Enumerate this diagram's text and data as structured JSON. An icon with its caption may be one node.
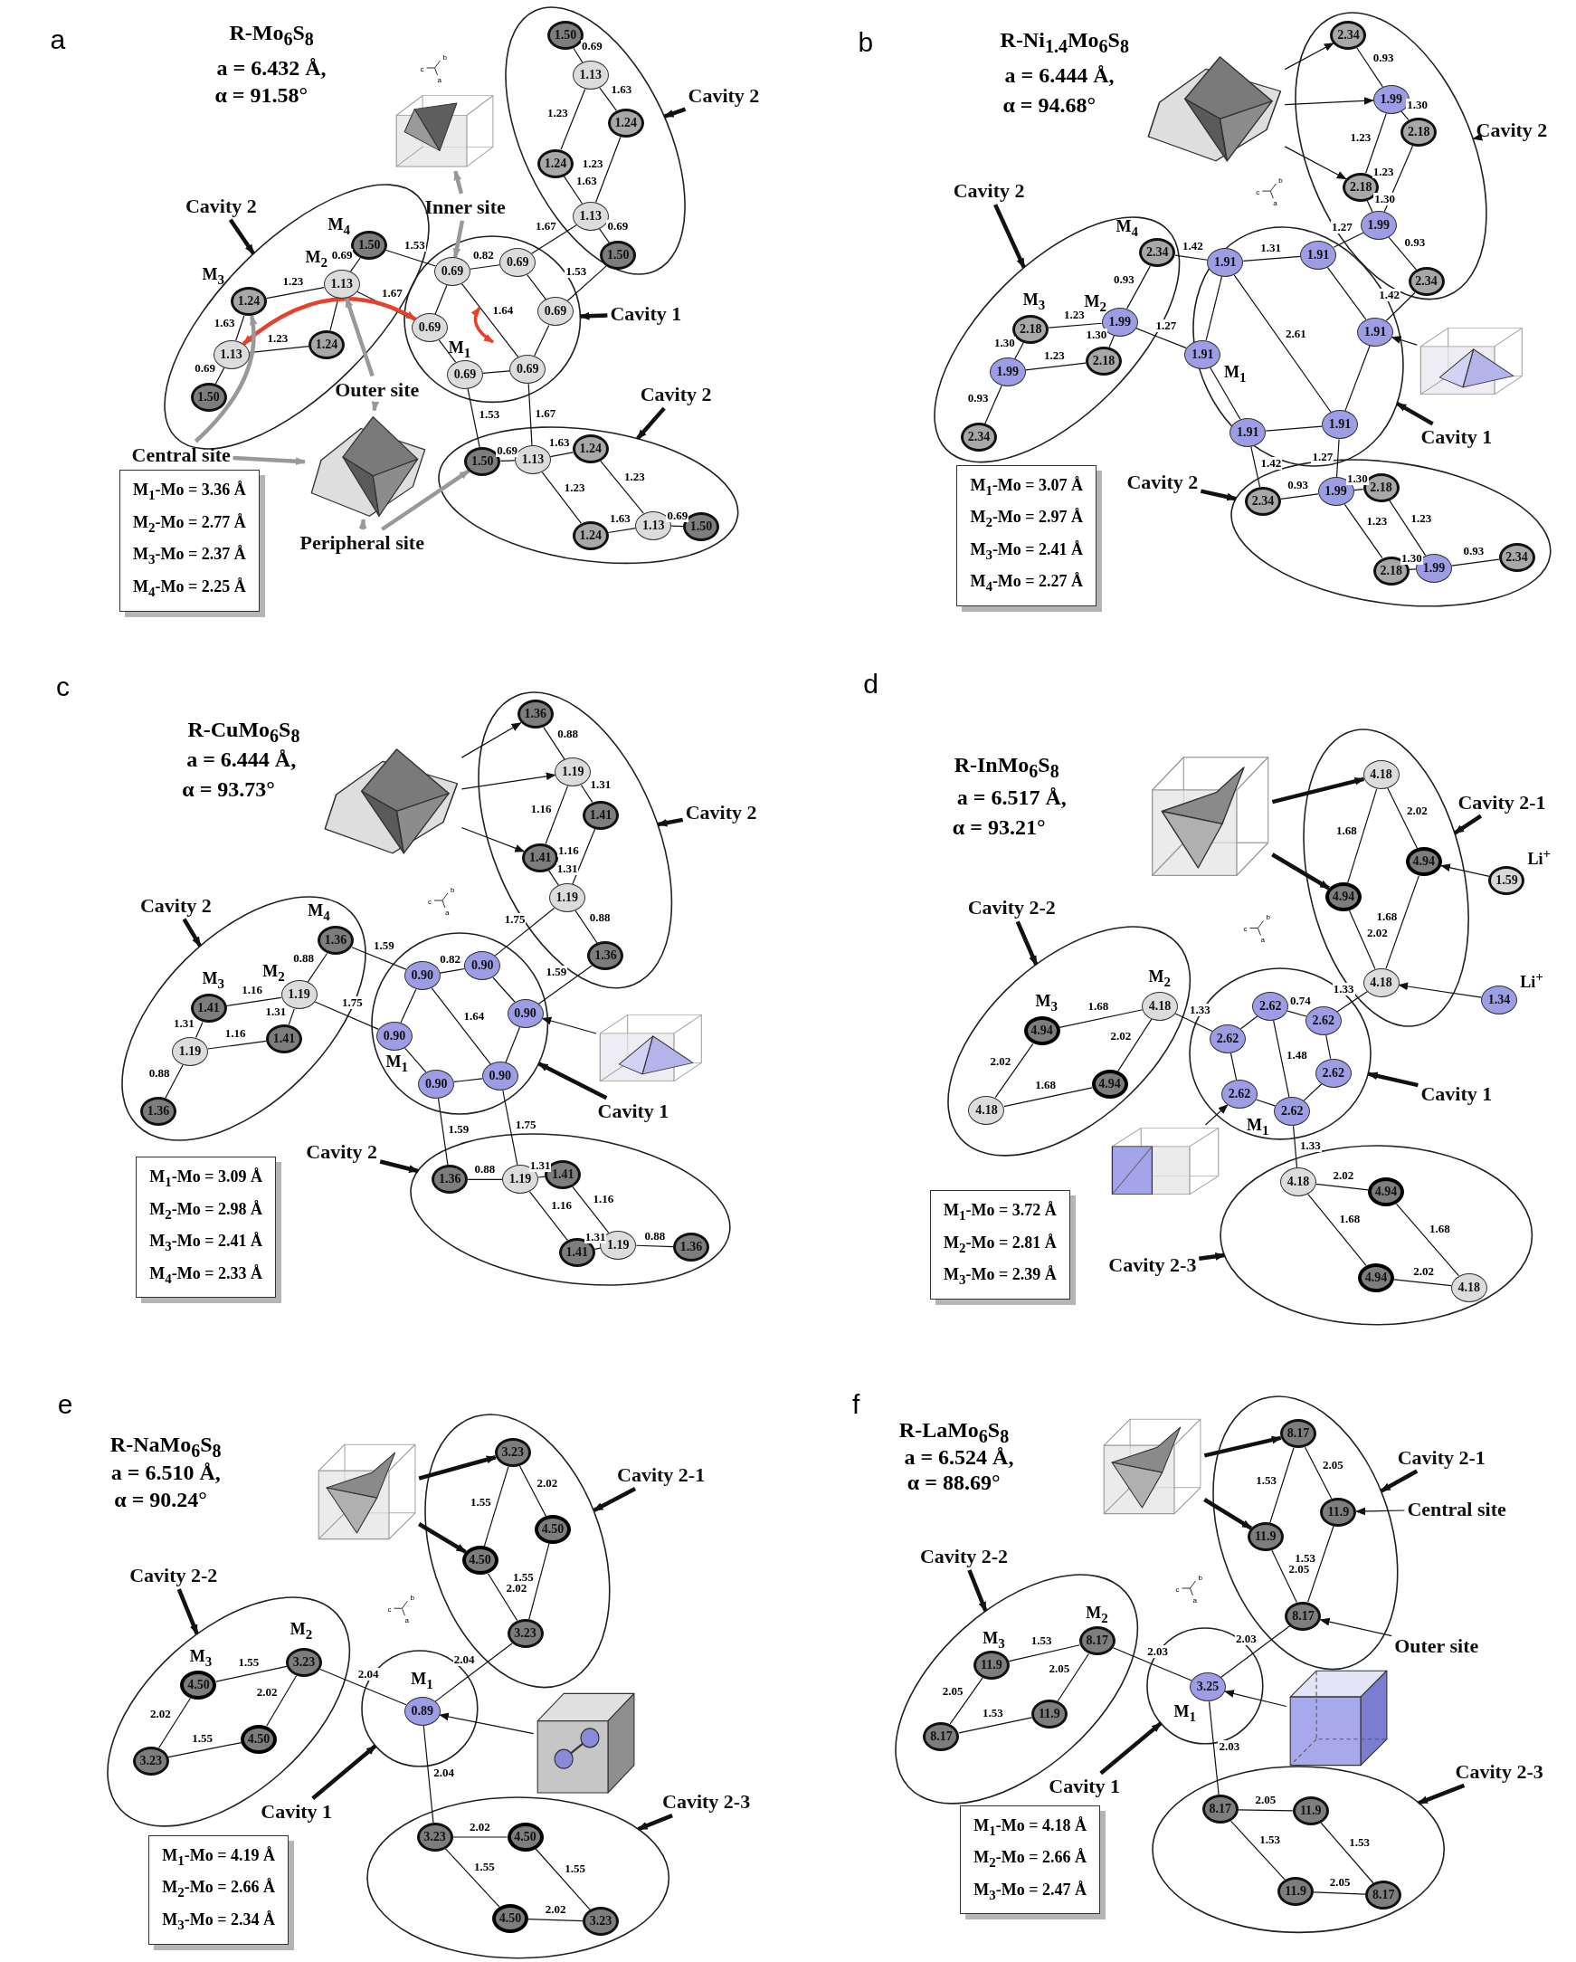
{
  "diagram": {
    "nodes": [
      {
        "text": [],
        "shape": "ellipse"
      },
      {
        "text": [
          "1.50"
        ],
        "in": 0
      },
      {
        "text": [
          "1.13"
        ],
        "in": 0
      },
      {
        "text": [
          "1.24"
        ],
        "in": 0
      },
      {
        "text": [
          "1.24"
        ],
        "in": 0
      },
      {
        "text": [
          "1.13"
        ],
        "in": 0
      },
      {
        "text": [
          "1.50"
        ],
        "in": 0
      },
      {
        "text": [],
        "shape": "ellipse"
      },
      {
        "text": [
          "1.50"
        ],
        "beside": [
          "M$_{4}$"
        ],
        "in": 7
      },
      {
        "text": [
          "1.13"
        ],
        "beside": [
          "M$_{2}$"
        ],
        "in": 7
      },
      {
        "text": [
          "1.24"
        ],
        "beside": [
          "M$_{3}$"
        ],
        "in": 7
      },
      {
        "text": [
          "1.13"
        ],
        "in": 7
      },
      {
        "text": [
          "1.24"
        ],
        "in": 7
      },
      {
        "text": [
          "1.50"
        ],
        "in": 7
      },
      {
        "text": [],
        "shape": "ellipse"
      },
      {
        "text": [
          "0.69"
        ],
        "in": 14
      },
      {
        "text": [
          "0.69"
        ],
        "in": 14
      },
      {
        "text": [
          "0.69"
        ],
        "beside": [
          "M$_{1}$"
        ],
        "in": 14
      },
      {
        "text": [
          "0.69"
        ],
        "in": 14
      },
      {
        "text": [
          "0.69"
        ],
        "in": 14
      },
      {
        "text": [
          "0.69"
        ],
        "in": 14
      },
      {
        "text": [],
        "shape": "ellipse"
      },
      {
        "text": [
          "1.50"
        ],
        "in": 21
      },
      {
        "text": [
          "1.13"
        ],
        "in": 21
      },
      {
        "text": [
          "1.24"
        ],
        "in": 21
      },
      {
        "text": [
          "1.24"
        ],
        "in": 21
      },
      {
        "text": [
          "1.13"
        ],
        "in": 21
      },
      {
        "text": [
          "1.50"
        ],
        "in": 21
      },
      {
        "text": [
          "Cavity 2"
        ]
      },
      {
        "text": [
          "Cavity 2"
        ]
      },
      {
        "text": [
          "Cavity 1"
        ]
      },
      {
        "text": [
          "Cavity 2"
        ]
      },
      {
        "text": [],
        "shape": "picture"
      },
      {
        "text": [
          "Inner site"
        ]
      },
      {
        "text": [
          "Outer site"
        ]
      },
      {
        "text": [
          "Central site"
        ]
      },
      {
        "text": [],
        "shape": "picture"
      },
      {
        "text": [
          "Peripheral site"
        ]
      },
      {
        "text": [
          "M$_{1}$-Mo = 3.36 Å",
          "M$_{2}$-Mo = 2.77 Å",
          "M$_{3}$-Mo = 2.37 Å",
          "M$_{4}$-Mo = 2.25 Å"
        ]
      },
      {
        "text": [],
        "shape": "ellipse"
      },
      {
        "text": [
          "2.34"
        ],
        "in": 39
      },
      {
        "text": [
          "1.99"
        ],
        "in": 39
      },
      {
        "text": [
          "2.18"
        ],
        "in": 39
      },
      {
        "text": [
          "2.18"
        ],
        "in": 39
      },
      {
        "text": [
          "1.99"
        ],
        "in": 39
      },
      {
        "text": [
          "2.34"
        ],
        "in": 39
      },
      {
        "text": [],
        "shape": "ellipse"
      },
      {
        "text": [
          "2.34"
        ],
        "beside": [
          "M$_{4}$"
        ],
        "in": 46
      },
      {
        "text": [
          "1.99"
        ],
        "beside": [
          "M$_{2}$"
        ],
        "in": 46
      },
      {
        "text": [
          "2.18"
        ],
        "beside": [
          "M$_{3}$"
        ],
        "in": 46
      },
      {
        "text": [
          "2.18"
        ],
        "in": 46
      },
      {
        "text": [
          "1.99"
        ],
        "in": 46
      },
      {
        "text": [
          "2.34"
        ],
        "in": 46
      },
      {
        "text": [],
        "shape": "ellipse"
      },
      {
        "text": [
          "1.91"
        ],
        "in": 53
      },
      {
        "text": [
          "1.91"
        ],
        "in": 53
      },
      {
        "text": [
          "1.91"
        ],
        "beside": [
          "M$_{1}$"
        ],
        "in": 53
      },
      {
        "text": [
          "1.91"
        ],
        "in": 53
      },
      {
        "text": [
          "1.91"
        ],
        "in": 53
      },
      {
        "text": [
          "1.91"
        ],
        "in": 53
      },
      {
        "text": [],
        "shape": "ellipse"
      },
      {
        "text": [
          "2.34"
        ],
        "in": 60
      },
      {
        "text": [
          "1.99"
        ],
        "in": 60
      },
      {
        "text": [
          "2.18"
        ],
        "in": 60
      },
      {
        "text": [
          "2.18"
        ],
        "in": 60
      },
      {
        "text": [
          "1.99"
        ],
        "in": 60
      },
      {
        "text": [
          "2.34"
        ],
        "in": 60
      },
      {
        "text": [
          "Cavity 2"
        ]
      },
      {
        "text": [
          "Cavity 2"
        ]
      },
      {
        "text": [
          "Cavity 1"
        ]
      },
      {
        "text": [
          "Cavity 2"
        ]
      },
      {
        "text": [],
        "shape": "picture"
      },
      {
        "text": [],
        "shape": "picture"
      },
      {
        "text": [
          "M$_{1}$-Mo = 3.07 Å",
          "M$_{2}$-Mo = 2.97 Å",
          "M$_{3}$-Mo = 2.41 Å",
          "M$_{4}$-Mo = 2.27 Å"
        ]
      },
      {
        "text": [],
        "shape": "ellipse"
      },
      {
        "text": [
          "1.36"
        ],
        "in": 74
      },
      {
        "text": [
          "1.19"
        ],
        "in": 74
      },
      {
        "text": [
          "1.41"
        ],
        "in": 74
      },
      {
        "text": [
          "1.41"
        ],
        "in": 74
      },
      {
        "text": [
          "1.19"
        ],
        "in": 74
      },
      {
        "text": [
          "1.36"
        ],
        "in": 74
      },
      {
        "text": [],
        "shape": "ellipse"
      },
      {
        "text": [
          "1.36"
        ],
        "beside": [
          "M$_{4}$"
        ],
        "in": 81
      },
      {
        "text": [
          "1.19"
        ],
        "beside": [
          "M$_{2}$"
        ],
        "in": 81
      },
      {
        "text": [
          "1.41"
        ],
        "beside": [
          "M$_{3}$"
        ],
        "in": 81
      },
      {
        "text": [
          "1.19"
        ],
        "in": 81
      },
      {
        "text": [
          "1.41"
        ],
        "in": 81
      },
      {
        "text": [
          "1.36"
        ],
        "in": 81
      },
      {
        "text": [],
        "shape": "ellipse"
      },
      {
        "text": [
          "0.90"
        ],
        "in": 88
      },
      {
        "text": [
          "0.90"
        ],
        "in": 88
      },
      {
        "text": [
          "0.90"
        ],
        "beside": [
          "M$_{1}$"
        ],
        "in": 88
      },
      {
        "text": [
          "0.90"
        ],
        "in": 88
      },
      {
        "text": [
          "0.90"
        ],
        "in": 88
      },
      {
        "text": [
          "0.90"
        ],
        "in": 88
      },
      {
        "text": [],
        "shape": "ellipse"
      },
      {
        "text": [
          "1.36"
        ],
        "in": 95
      },
      {
        "text": [
          "1.19"
        ],
        "in": 95
      },
      {
        "text": [
          "1.41"
        ],
        "in": 95
      },
      {
        "text": [
          "1.41"
        ],
        "in": 95
      },
      {
        "text": [
          "1.19"
        ],
        "in": 95
      },
      {
        "text": [
          "1.36"
        ],
        "in": 95
      },
      {
        "text": [
          "Cavity 2"
        ]
      },
      {
        "text": [
          "Cavity 2"
        ]
      },
      {
        "text": [
          "Cavity 1"
        ]
      },
      {
        "text": [
          "Cavity 2"
        ]
      },
      {
        "text": [],
        "shape": "picture"
      },
      {
        "text": [],
        "shape": "picture"
      },
      {
        "text": [
          "M$_{1}$-Mo = 3.09 Å",
          "M$_{2}$-Mo = 2.98 Å",
          "M$_{3}$-Mo = 2.41 Å",
          "M$_{4}$-Mo = 2.33 Å"
        ]
      },
      {
        "text": [],
        "shape": "ellipse"
      },
      {
        "text": [
          "4.18"
        ],
        "in": 109
      },
      {
        "text": [
          "4.94"
        ],
        "in": 109
      },
      {
        "text": [
          "4.94"
        ],
        "in": 109
      },
      {
        "text": [
          "4.18"
        ],
        "in": 109
      },
      {
        "text": [
          "1.59"
        ],
        "beside": [
          "Li$^{+}$"
        ]
      },
      {
        "text": [
          "1.34"
        ],
        "beside": [
          "Li$^{+}$"
        ]
      },
      {
        "text": [],
        "shape": "ellipse"
      },
      {
        "text": [
          "4.18"
        ],
        "beside": [
          "M$_{2}$"
        ],
        "in": 116
      },
      {
        "text": [
          "4.94"
        ],
        "beside": [
          "M$_{3}$"
        ],
        "in": 116
      },
      {
        "text": [
          "4.94"
        ],
        "in": 116
      },
      {
        "text": [
          "4.18"
        ],
        "in": 116
      },
      {
        "text": [],
        "shape": "ellipse"
      },
      {
        "text": [
          "2.62"
        ],
        "in": 121
      },
      {
        "text": [
          "2.62"
        ],
        "in": 121
      },
      {
        "text": [
          "2.62"
        ],
        "in": 121
      },
      {
        "text": [
          "2.62"
        ],
        "in": 121
      },
      {
        "text": [
          "2.62"
        ],
        "in": 121
      },
      {
        "text": [
          "2.62"
        ],
        "beside": [
          "M$_{1}$"
        ],
        "in": 121
      },
      {
        "text": [],
        "shape": "ellipse"
      },
      {
        "text": [
          "4.18"
        ],
        "in": 128
      },
      {
        "text": [
          "4.94"
        ],
        "in": 128
      },
      {
        "text": [
          "4.94"
        ],
        "in": 128
      },
      {
        "text": [
          "4.18"
        ],
        "in": 128
      },
      {
        "text": [
          "Cavity 2-1"
        ]
      },
      {
        "text": [
          "Cavity 2-2"
        ]
      },
      {
        "text": [
          "Cavity 1"
        ]
      },
      {
        "text": [
          "Cavity 2-3"
        ]
      },
      {
        "text": [],
        "shape": "picture"
      },
      {
        "text": [],
        "shape": "picture"
      },
      {
        "text": [
          "M$_{1}$-Mo = 3.72 Å",
          "M$_{2}$-Mo = 2.81 Å",
          "M$_{3}$-Mo = 2.39 Å"
        ]
      },
      {
        "text": [],
        "shape": "ellipse"
      },
      {
        "text": [
          "3.23"
        ],
        "in": 140
      },
      {
        "text": [
          "4.50"
        ],
        "in": 140
      },
      {
        "text": [
          "4.50"
        ],
        "in": 140
      },
      {
        "text": [
          "3.23"
        ],
        "in": 140
      },
      {
        "text": [],
        "shape": "ellipse"
      },
      {
        "text": [
          "3.23"
        ],
        "beside": [
          "M$_{2}$"
        ],
        "in": 145
      },
      {
        "text": [
          "4.50"
        ],
        "beside": [
          "M$_{3}$"
        ],
        "in": 145
      },
      {
        "text": [
          "4.50"
        ],
        "in": 145
      },
      {
        "text": [
          "3.23"
        ],
        "in": 145
      },
      {
        "text": [],
        "shape": "ellipse"
      },
      {
        "text": [
          "0.89"
        ],
        "beside": [
          "M$_{1}$"
        ],
        "in": 150
      },
      {
        "text": [],
        "shape": "ellipse"
      },
      {
        "text": [
          "3.23"
        ],
        "in": 152
      },
      {
        "text": [
          "4.50"
        ],
        "in": 152
      },
      {
        "text": [
          "4.50"
        ],
        "in": 152
      },
      {
        "text": [
          "3.23"
        ],
        "in": 152
      },
      {
        "text": [
          "Cavity 2-1"
        ]
      },
      {
        "text": [
          "Cavity 2-2"
        ]
      },
      {
        "text": [
          "Cavity 1"
        ]
      },
      {
        "text": [
          "Cavity 2-3"
        ]
      },
      {
        "text": [],
        "shape": "picture"
      },
      {
        "text": [],
        "shape": "picture"
      },
      {
        "text": [
          "M$_{1}$-Mo = 4.19 Å",
          "M$_{2}$-Mo = 2.66 Å",
          "M$_{3}$-Mo = 2.34 Å"
        ]
      },
      {
        "text": [],
        "shape": "ellipse"
      },
      {
        "text": [
          "8.17"
        ],
        "in": 164
      },
      {
        "text": [
          "11.9"
        ],
        "in": 164
      },
      {
        "text": [
          "11.9"
        ],
        "in": 164
      },
      {
        "text": [
          "8.17"
        ],
        "in": 164
      },
      {
        "text": [],
        "shape": "ellipse"
      },
      {
        "text": [
          "8.17"
        ],
        "beside": [
          "M$_{2}$"
        ],
        "in": 169
      },
      {
        "text": [
          "11.9"
        ],
        "beside": [
          "M$_{3}$"
        ],
        "in": 169
      },
      {
        "text": [
          "11.9"
        ],
        "in": 169
      },
      {
        "text": [
          "8.17"
        ],
        "in": 169
      },
      {
        "text": [],
        "shape": "ellipse"
      },
      {
        "text": [
          "3.25"
        ],
        "beside": [
          "M$_{1}$"
        ],
        "in": 174
      },
      {
        "text": [],
        "shape": "ellipse"
      },
      {
        "text": [
          "8.17"
        ],
        "in": 176
      },
      {
        "text": [
          "11.9"
        ],
        "in": 176
      },
      {
        "text": [
          "11.9"
        ],
        "in": 176
      },
      {
        "text": [
          "8.17"
        ],
        "in": 176
      },
      {
        "text": [
          "Cavity 2-1"
        ]
      },
      {
        "text": [
          "Central site"
        ]
      },
      {
        "text": [
          "Outer site"
        ]
      },
      {
        "text": [
          "Cavity 2-2"
        ]
      },
      {
        "text": [
          "Cavity 1"
        ]
      },
      {
        "text": [
          "Cavity 2-3"
        ]
      },
      {
        "text": [],
        "shape": "picture"
      },
      {
        "text": [],
        "shape": "picture"
      },
      {
        "text": [
          "M$_{1}$-Mo = 4.18 Å",
          "M$_{2}$-Mo = 2.66 Å",
          "M$_{3}$-Mo = 2.47 Å"
        ]
      }
    ],
    "edges": [
      {
        "from": 1,
        "to": 2,
        "arrow": "none",
        "label": "0.69"
      },
      {
        "from": 2,
        "to": 3,
        "arrow": "none",
        "label": "1.63"
      },
      {
        "from": 2,
        "to": 4,
        "arrow": "none",
        "label": "1.23"
      },
      {
        "from": 3,
        "to": 5,
        "arrow": "none",
        "label": "1.23"
      },
      {
        "from": 4,
        "to": 5,
        "arrow": "none",
        "label": "1.63"
      },
      {
        "from": 5,
        "to": 6,
        "arrow": "none",
        "label": "0.69"
      },
      {
        "from": 8,
        "to": 9,
        "arrow": "none",
        "label": "0.69"
      },
      {
        "from": 10,
        "to": 9,
        "arrow": "none",
        "label": "1.23"
      },
      {
        "from": 10,
        "to": 11,
        "arrow": "none",
        "label": "1.63"
      },
      {
        "from": 9,
        "to": 12,
        "arrow": "none"
      },
      {
        "from": 11,
        "to": 12,
        "arrow": "none",
        "label": "1.23"
      },
      {
        "from": 11,
        "to": 13,
        "arrow": "none",
        "label": "0.69"
      },
      {
        "from": 15,
        "to": 16,
        "arrow": "none",
        "label": "0.82"
      },
      {
        "from": 16,
        "to": 18,
        "arrow": "none"
      },
      {
        "from": 18,
        "to": 20,
        "arrow": "none"
      },
      {
        "from": 20,
        "to": 19,
        "arrow": "none"
      },
      {
        "from": 19,
        "to": 17,
        "arrow": "none"
      },
      {
        "from": 17,
        "to": 15,
        "arrow": "none"
      },
      {
        "from": 15,
        "to": 20,
        "arrow": "none",
        "label": "1.64"
      },
      {
        "from": 8,
        "to": 15,
        "arrow": "none",
        "label": "1.53"
      },
      {
        "from": 9,
        "to": 17,
        "arrow": "none",
        "label": "1.67"
      },
      {
        "from": 16,
        "to": 5,
        "arrow": "none",
        "label": "1.67"
      },
      {
        "from": 18,
        "to": 6,
        "arrow": "none",
        "label": "1.53"
      },
      {
        "from": 19,
        "to": 22,
        "arrow": "none",
        "label": "1.53"
      },
      {
        "from": 20,
        "to": 23,
        "arrow": "none",
        "label": "1.67"
      },
      {
        "from": 22,
        "to": 23,
        "arrow": "none",
        "label": "0.69"
      },
      {
        "from": 23,
        "to": 24,
        "arrow": "none",
        "label": "1.63"
      },
      {
        "from": 23,
        "to": 25,
        "arrow": "none",
        "label": "1.23"
      },
      {
        "from": 24,
        "to": 26,
        "arrow": "none",
        "label": "1.23"
      },
      {
        "from": 25,
        "to": 26,
        "arrow": "none",
        "label": "1.63"
      },
      {
        "from": 26,
        "to": 27,
        "arrow": "none",
        "label": "0.69"
      },
      {
        "from": 11,
        "to": 17,
        "arrow": "both",
        "style": "thick",
        "color": "#e8402a"
      },
      {
        "from": 28,
        "to": 0,
        "arrow": "to",
        "style": "thick"
      },
      {
        "from": 29,
        "to": 7,
        "arrow": "to",
        "style": "thick"
      },
      {
        "from": 30,
        "to": 14,
        "arrow": "to",
        "style": "thick"
      },
      {
        "from": 31,
        "to": 21,
        "arrow": "to",
        "style": "thick"
      },
      {
        "from": 33,
        "to": 32,
        "arrow": "to",
        "style": "thick",
        "color": "#999999"
      },
      {
        "from": 33,
        "to": 15,
        "arrow": "to",
        "style": "thick",
        "color": "#999999"
      },
      {
        "from": 34,
        "to": 9,
        "arrow": "to",
        "style": "thick",
        "color": "#999999"
      },
      {
        "from": 34,
        "to": 36,
        "arrow": "to",
        "style": "thick",
        "color": "#999999"
      },
      {
        "from": 35,
        "to": 10,
        "arrow": "to",
        "style": "thick",
        "color": "#999999"
      },
      {
        "from": 35,
        "to": 36,
        "arrow": "to",
        "style": "thick",
        "color": "#999999"
      },
      {
        "from": 37,
        "to": 36,
        "arrow": "to",
        "style": "thick",
        "color": "#999999"
      },
      {
        "from": 37,
        "to": 22,
        "arrow": "to",
        "style": "thick",
        "color": "#999999"
      },
      {
        "from": 40,
        "to": 41,
        "arrow": "none",
        "label": "0.93"
      },
      {
        "from": 41,
        "to": 42,
        "arrow": "none",
        "label": "1.30"
      },
      {
        "from": 41,
        "to": 43,
        "arrow": "none",
        "label": "1.23"
      },
      {
        "from": 42,
        "to": 44,
        "arrow": "none",
        "label": "1.23"
      },
      {
        "from": 43,
        "to": 44,
        "arrow": "none",
        "label": "1.30"
      },
      {
        "from": 44,
        "to": 45,
        "arrow": "none",
        "label": "0.93"
      },
      {
        "from": 47,
        "to": 48,
        "arrow": "none",
        "label": "0.93"
      },
      {
        "from": 49,
        "to": 48,
        "arrow": "none",
        "label": "1.23"
      },
      {
        "from": 48,
        "to": 50,
        "arrow": "none",
        "label": "1.30"
      },
      {
        "from": 49,
        "to": 51,
        "arrow": "none",
        "label": "1.30"
      },
      {
        "from": 51,
        "to": 50,
        "arrow": "none",
        "label": "1.23"
      },
      {
        "from": 51,
        "to": 52,
        "arrow": "none",
        "label": "0.93"
      },
      {
        "from": 54,
        "to": 55,
        "arrow": "none",
        "label": "1.31"
      },
      {
        "from": 55,
        "to": 57,
        "arrow": "none"
      },
      {
        "from": 57,
        "to": 59,
        "arrow": "none"
      },
      {
        "from": 59,
        "to": 58,
        "arrow": "none"
      },
      {
        "from": 58,
        "to": 56,
        "arrow": "none"
      },
      {
        "from": 56,
        "to": 54,
        "arrow": "none"
      },
      {
        "from": 54,
        "to": 59,
        "arrow": "none",
        "label": "2.61"
      },
      {
        "from": 47,
        "to": 54,
        "arrow": "none",
        "label": "1.42"
      },
      {
        "from": 48,
        "to": 56,
        "arrow": "none",
        "label": "1.27"
      },
      {
        "from": 55,
        "to": 44,
        "arrow": "none",
        "label": "1.27"
      },
      {
        "from": 57,
        "to": 45,
        "arrow": "none",
        "label": "1.42"
      },
      {
        "from": 58,
        "to": 61,
        "arrow": "none",
        "label": "1.42"
      },
      {
        "from": 59,
        "to": 62,
        "arrow": "none",
        "label": "1.27"
      },
      {
        "from": 61,
        "to": 62,
        "arrow": "none",
        "label": "0.93"
      },
      {
        "from": 62,
        "to": 63,
        "arrow": "none",
        "label": "1.30"
      },
      {
        "from": 62,
        "to": 64,
        "arrow": "none",
        "label": "1.23"
      },
      {
        "from": 63,
        "to": 65,
        "arrow": "none",
        "label": "1.23"
      },
      {
        "from": 64,
        "to": 65,
        "arrow": "none",
        "label": "1.30"
      },
      {
        "from": 65,
        "to": 66,
        "arrow": "none",
        "label": "0.93"
      },
      {
        "from": 67,
        "to": 39,
        "arrow": "to",
        "style": "thick"
      },
      {
        "from": 68,
        "to": 46,
        "arrow": "to",
        "style": "thick"
      },
      {
        "from": 69,
        "to": 53,
        "arrow": "to",
        "style": "thick"
      },
      {
        "from": 70,
        "to": 60,
        "arrow": "to",
        "style": "thick"
      },
      {
        "from": 71,
        "to": 40,
        "arrow": "to"
      },
      {
        "from": 71,
        "to": 41,
        "arrow": "to"
      },
      {
        "from": 71,
        "to": 43,
        "arrow": "to"
      },
      {
        "from": 72,
        "to": 57,
        "arrow": "to"
      },
      {
        "from": 75,
        "to": 76,
        "arrow": "none",
        "label": "0.88"
      },
      {
        "from": 76,
        "to": 77,
        "arrow": "none",
        "label": "1.31"
      },
      {
        "from": 76,
        "to": 78,
        "arrow": "none",
        "label": "1.16"
      },
      {
        "from": 77,
        "to": 79,
        "arrow": "none",
        "label": "1.16"
      },
      {
        "from": 78,
        "to": 79,
        "arrow": "none",
        "label": "1.31"
      },
      {
        "from": 79,
        "to": 80,
        "arrow": "none",
        "label": "0.88"
      },
      {
        "from": 82,
        "to": 83,
        "arrow": "none",
        "label": "0.88"
      },
      {
        "from": 84,
        "to": 83,
        "arrow": "none",
        "label": "1.16"
      },
      {
        "from": 83,
        "to": 86,
        "arrow": "none",
        "label": "1.31"
      },
      {
        "from": 84,
        "to": 85,
        "arrow": "none",
        "label": "1.31"
      },
      {
        "from": 85,
        "to": 86,
        "arrow": "none",
        "label": "1.16"
      },
      {
        "from": 85,
        "to": 87,
        "arrow": "none",
        "label": "0.88"
      },
      {
        "from": 89,
        "to": 90,
        "arrow": "none",
        "label": "0.82"
      },
      {
        "from": 90,
        "to": 92,
        "arrow": "none"
      },
      {
        "from": 92,
        "to": 94,
        "arrow": "none"
      },
      {
        "from": 94,
        "to": 93,
        "arrow": "none"
      },
      {
        "from": 93,
        "to": 91,
        "arrow": "none"
      },
      {
        "from": 91,
        "to": 89,
        "arrow": "none"
      },
      {
        "from": 89,
        "to": 94,
        "arrow": "none",
        "label": "1.64"
      },
      {
        "from": 82,
        "to": 89,
        "arrow": "none",
        "label": "1.59"
      },
      {
        "from": 83,
        "to": 91,
        "arrow": "none",
        "label": "1.75"
      },
      {
        "from": 90,
        "to": 79,
        "arrow": "none",
        "label": "1.75"
      },
      {
        "from": 92,
        "to": 80,
        "arrow": "none",
        "label": "1.59"
      },
      {
        "from": 93,
        "to": 96,
        "arrow": "none",
        "label": "1.59"
      },
      {
        "from": 94,
        "to": 97,
        "arrow": "none",
        "label": "1.75"
      },
      {
        "from": 96,
        "to": 97,
        "arrow": "none",
        "label": "0.88"
      },
      {
        "from": 97,
        "to": 98,
        "arrow": "none",
        "label": "1.31"
      },
      {
        "from": 97,
        "to": 99,
        "arrow": "none",
        "label": "1.16"
      },
      {
        "from": 98,
        "to": 100,
        "arrow": "none",
        "label": "1.16"
      },
      {
        "from": 99,
        "to": 100,
        "arrow": "none",
        "label": "1.31"
      },
      {
        "from": 100,
        "to": 101,
        "arrow": "none",
        "label": "0.88"
      },
      {
        "from": 102,
        "to": 74,
        "arrow": "to",
        "style": "thick"
      },
      {
        "from": 103,
        "to": 81,
        "arrow": "to",
        "style": "thick"
      },
      {
        "from": 104,
        "to": 88,
        "arrow": "to",
        "style": "thick"
      },
      {
        "from": 105,
        "to": 95,
        "arrow": "to",
        "style": "thick"
      },
      {
        "from": 106,
        "to": 75,
        "arrow": "to"
      },
      {
        "from": 106,
        "to": 76,
        "arrow": "to"
      },
      {
        "from": 106,
        "to": 78,
        "arrow": "to"
      },
      {
        "from": 107,
        "to": 92,
        "arrow": "to"
      },
      {
        "from": 110,
        "to": 112,
        "arrow": "none",
        "label": "1.68"
      },
      {
        "from": 110,
        "to": 111,
        "arrow": "none",
        "label": "2.02"
      },
      {
        "from": 112,
        "to": 113,
        "arrow": "none",
        "label": "2.02"
      },
      {
        "from": 111,
        "to": 113,
        "arrow": "none",
        "label": "1.68"
      },
      {
        "from": 114,
        "to": 111,
        "arrow": "to"
      },
      {
        "from": 115,
        "to": 113,
        "arrow": "to"
      },
      {
        "from": 118,
        "to": 117,
        "arrow": "none",
        "label": "1.68"
      },
      {
        "from": 117,
        "to": 119,
        "arrow": "none",
        "label": "2.02"
      },
      {
        "from": 118,
        "to": 120,
        "arrow": "none",
        "label": "2.02"
      },
      {
        "from": 120,
        "to": 119,
        "arrow": "none",
        "label": "1.68"
      },
      {
        "from": 122,
        "to": 123,
        "arrow": "none",
        "label": "0.74"
      },
      {
        "from": 123,
        "to": 125,
        "arrow": "none"
      },
      {
        "from": 125,
        "to": 127,
        "arrow": "none"
      },
      {
        "from": 127,
        "to": 126,
        "arrow": "none"
      },
      {
        "from": 126,
        "to": 124,
        "arrow": "none"
      },
      {
        "from": 124,
        "to": 122,
        "arrow": "none"
      },
      {
        "from": 122,
        "to": 127,
        "arrow": "none",
        "label": "1.48"
      },
      {
        "from": 117,
        "to": 124,
        "arrow": "none",
        "label": "1.33"
      },
      {
        "from": 123,
        "to": 113,
        "arrow": "none",
        "label": "1.33"
      },
      {
        "from": 127,
        "to": 129,
        "arrow": "none",
        "label": "1.33"
      },
      {
        "from": 129,
        "to": 130,
        "arrow": "none",
        "label": "2.02"
      },
      {
        "from": 129,
        "to": 131,
        "arrow": "none",
        "label": "1.68"
      },
      {
        "from": 130,
        "to": 132,
        "arrow": "none",
        "label": "1.68"
      },
      {
        "from": 131,
        "to": 132,
        "arrow": "none",
        "label": "2.02"
      },
      {
        "from": 133,
        "to": 109,
        "arrow": "to",
        "style": "thick"
      },
      {
        "from": 134,
        "to": 116,
        "arrow": "to",
        "style": "thick"
      },
      {
        "from": 135,
        "to": 121,
        "arrow": "to",
        "style": "thick"
      },
      {
        "from": 136,
        "to": 128,
        "arrow": "to",
        "style": "thick"
      },
      {
        "from": 137,
        "to": 110,
        "arrow": "to",
        "style": "thick"
      },
      {
        "from": 137,
        "to": 112,
        "arrow": "to",
        "style": "thick"
      },
      {
        "from": 138,
        "to": 126,
        "arrow": "to"
      },
      {
        "from": 141,
        "to": 143,
        "arrow": "none",
        "label": "1.55"
      },
      {
        "from": 141,
        "to": 142,
        "arrow": "none",
        "label": "2.02"
      },
      {
        "from": 143,
        "to": 144,
        "arrow": "none",
        "label": "2.02"
      },
      {
        "from": 142,
        "to": 144,
        "arrow": "none",
        "label": "1.55"
      },
      {
        "from": 147,
        "to": 146,
        "arrow": "none",
        "label": "1.55"
      },
      {
        "from": 146,
        "to": 148,
        "arrow": "none",
        "label": "2.02"
      },
      {
        "from": 147,
        "to": 149,
        "arrow": "none",
        "label": "2.02"
      },
      {
        "from": 149,
        "to": 148,
        "arrow": "none",
        "label": "1.55"
      },
      {
        "from": 146,
        "to": 151,
        "arrow": "none",
        "label": "2.04"
      },
      {
        "from": 151,
        "to": 144,
        "arrow": "none",
        "label": "2.04"
      },
      {
        "from": 151,
        "to": 153,
        "arrow": "none",
        "label": "2.04"
      },
      {
        "from": 153,
        "to": 154,
        "arrow": "none",
        "label": "2.02"
      },
      {
        "from": 153,
        "to": 155,
        "arrow": "none",
        "label": "1.55"
      },
      {
        "from": 154,
        "to": 156,
        "arrow": "none",
        "label": "1.55"
      },
      {
        "from": 155,
        "to": 156,
        "arrow": "none",
        "label": "2.02"
      },
      {
        "from": 157,
        "to": 140,
        "arrow": "to",
        "style": "thick"
      },
      {
        "from": 158,
        "to": 145,
        "arrow": "to",
        "style": "thick"
      },
      {
        "from": 159,
        "to": 150,
        "arrow": "to",
        "style": "thick"
      },
      {
        "from": 160,
        "to": 152,
        "arrow": "to",
        "style": "thick"
      },
      {
        "from": 161,
        "to": 141,
        "arrow": "to",
        "style": "thick"
      },
      {
        "from": 161,
        "to": 143,
        "arrow": "to",
        "style": "thick"
      },
      {
        "from": 162,
        "to": 151,
        "arrow": "to"
      },
      {
        "from": 165,
        "to": 167,
        "arrow": "none",
        "label": "1.53"
      },
      {
        "from": 165,
        "to": 166,
        "arrow": "none",
        "label": "2.05"
      },
      {
        "from": 167,
        "to": 168,
        "arrow": "none",
        "label": "2.05"
      },
      {
        "from": 166,
        "to": 168,
        "arrow": "none",
        "label": "1.53"
      },
      {
        "from": 171,
        "to": 170,
        "arrow": "none",
        "label": "1.53"
      },
      {
        "from": 170,
        "to": 172,
        "arrow": "none",
        "label": "2.05"
      },
      {
        "from": 171,
        "to": 173,
        "arrow": "none",
        "label": "2.05"
      },
      {
        "from": 173,
        "to": 172,
        "arrow": "none",
        "label": "1.53"
      },
      {
        "from": 170,
        "to": 175,
        "arrow": "none",
        "label": "2.03"
      },
      {
        "from": 175,
        "to": 168,
        "arrow": "none",
        "label": "2.03"
      },
      {
        "from": 175,
        "to": 177,
        "arrow": "none",
        "label": "2.03"
      },
      {
        "from": 177,
        "to": 178,
        "arrow": "none",
        "label": "2.05"
      },
      {
        "from": 177,
        "to": 179,
        "arrow": "none",
        "label": "1.53"
      },
      {
        "from": 178,
        "to": 180,
        "arrow": "none",
        "label": "1.53"
      },
      {
        "from": 179,
        "to": 180,
        "arrow": "none",
        "label": "2.05"
      },
      {
        "from": 181,
        "to": 164,
        "arrow": "to",
        "style": "thick"
      },
      {
        "from": 182,
        "to": 166,
        "arrow": "to"
      },
      {
        "from": 183,
        "to": 168,
        "arrow": "to"
      },
      {
        "from": 184,
        "to": 169,
        "arrow": "to",
        "style": "thick"
      },
      {
        "from": 185,
        "to": 174,
        "arrow": "to",
        "style": "thick"
      },
      {
        "from": 186,
        "to": 176,
        "arrow": "to",
        "style": "thick"
      },
      {
        "from": 187,
        "to": 165,
        "arrow": "to",
        "style": "thick"
      },
      {
        "from": 187,
        "to": 167,
        "arrow": "to",
        "style": "thick"
      },
      {
        "from": 188,
        "to": 175,
        "arrow": "to"
      }
    ],
    "labels": [
      "a",
      "R-Mo$_{6}$S$_{8}$",
      "a = 6.432 Å,",
      "α = 91.58°",
      "b",
      "c",
      "a",
      "b",
      "R-Ni$_{1.4}$Mo$_{6}$S$_{8}$",
      "a = 6.444 Å,",
      "α = 94.68°",
      "b",
      "c",
      "a",
      "c",
      "R-CuMo$_{6}$S$_{8}$",
      "a = 6.444 Å,",
      "α = 93.73°",
      "b",
      "c",
      "a",
      "d",
      "R-InMo$_{6}$S$_{8}$",
      "a = 6.517 Å,",
      "α = 93.21°",
      "b",
      "c",
      "a",
      "e",
      "R-NaMo$_{6}$S$_{8}$",
      "a = 6.510 Å,",
      "α = 90.24°",
      "b",
      "c",
      "a",
      "f",
      "R-LaMo$_{6}$S$_{8}$",
      "a = 6.524 Å,",
      "α = 88.69°",
      "b",
      "c",
      "a"
    ]
  }
}
